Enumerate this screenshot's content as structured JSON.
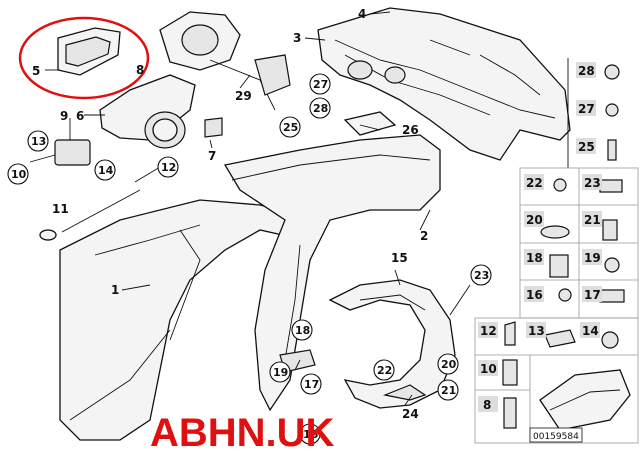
{
  "diagram": {
    "watermark": "ABHN.UK",
    "drawing_number": "00159584",
    "callouts": [
      {
        "id": "1",
        "label": "1"
      },
      {
        "id": "2",
        "label": "2"
      },
      {
        "id": "3",
        "label": "3"
      },
      {
        "id": "4",
        "label": "4"
      },
      {
        "id": "5",
        "label": "5"
      },
      {
        "id": "6",
        "label": "6"
      },
      {
        "id": "7",
        "label": "7"
      },
      {
        "id": "8",
        "label": "8"
      },
      {
        "id": "9",
        "label": "9"
      },
      {
        "id": "10",
        "label": "10"
      },
      {
        "id": "11",
        "label": "11"
      },
      {
        "id": "12",
        "label": "12"
      },
      {
        "id": "13",
        "label": "13"
      },
      {
        "id": "14",
        "label": "14"
      },
      {
        "id": "15",
        "label": "15"
      },
      {
        "id": "16",
        "label": "16"
      },
      {
        "id": "17",
        "label": "17"
      },
      {
        "id": "18",
        "label": "18"
      },
      {
        "id": "19",
        "label": "19"
      },
      {
        "id": "20",
        "label": "20"
      },
      {
        "id": "21",
        "label": "21"
      },
      {
        "id": "22",
        "label": "22"
      },
      {
        "id": "23",
        "label": "23"
      },
      {
        "id": "24",
        "label": "24"
      },
      {
        "id": "25",
        "label": "25"
      },
      {
        "id": "26",
        "label": "26"
      },
      {
        "id": "27",
        "label": "27"
      },
      {
        "id": "28",
        "label": "28"
      },
      {
        "id": "29",
        "label": "29"
      }
    ],
    "side_panel": [
      {
        "label": "28"
      },
      {
        "label": "27"
      },
      {
        "label": "25"
      },
      {
        "label": "22"
      },
      {
        "label": "23"
      },
      {
        "label": "20"
      },
      {
        "label": "21"
      },
      {
        "label": "18"
      },
      {
        "label": "19"
      },
      {
        "label": "16"
      },
      {
        "label": "17"
      },
      {
        "label": "12"
      },
      {
        "label": "13"
      },
      {
        "label": "14"
      },
      {
        "label": "10"
      },
      {
        "label": "8"
      }
    ],
    "highlight_color": "#e01010"
  }
}
